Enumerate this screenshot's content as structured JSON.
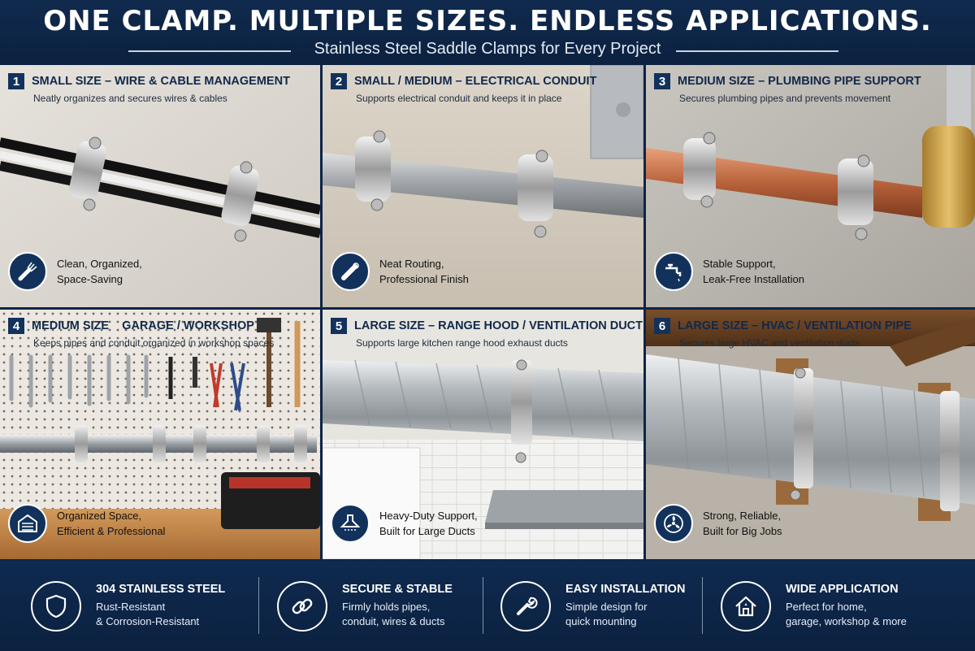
{
  "header": {
    "title": "ONE CLAMP. MULTIPLE SIZES. ENDLESS APPLICATIONS.",
    "subtitle": "Stainless Steel Saddle Clamps for Every Project"
  },
  "panels": [
    {
      "number": "1",
      "title": "SMALL SIZE – WIRE & CABLE MANAGEMENT",
      "description": "Neatly organizes and secures wires & cables",
      "benefit_line1": "Clean, Organized,",
      "benefit_line2": "Space-Saving",
      "icon": "cable-icon"
    },
    {
      "number": "2",
      "title": "SMALL / MEDIUM – ELECTRICAL CONDUIT",
      "description": "Supports electrical conduit and keeps it in place",
      "benefit_line1": "Neat Routing,",
      "benefit_line2": "Professional Finish",
      "icon": "conduit-icon"
    },
    {
      "number": "3",
      "title": "MEDIUM SIZE – PLUMBING PIPE SUPPORT",
      "description": "Secures plumbing pipes and prevents movement",
      "benefit_line1": "Stable Support,",
      "benefit_line2": "Leak-Free Installation",
      "icon": "faucet-icon"
    },
    {
      "number": "4",
      "title": "MEDIUM SIZE    GARAGE / WORKSHOP",
      "description": "Keeps pipes and conduit organized in workshop spaces",
      "benefit_line1": "Organized Space,",
      "benefit_line2": "Efficient & Professional",
      "icon": "garage-icon"
    },
    {
      "number": "5",
      "title": "LARGE SIZE – RANGE HOOD / VENTILATION DUCT",
      "description": "Supports large kitchen range hood exhaust ducts",
      "benefit_line1": "Heavy-Duty Support,",
      "benefit_line2": "Built for Large Ducts",
      "icon": "range-hood-icon"
    },
    {
      "number": "6",
      "title": "LARGE SIZE – HVAC / VENTILATION PIPE",
      "description": "Secures large HVAC and ventilation ducts",
      "benefit_line1": "Strong, Reliable,",
      "benefit_line2": "Built for Big Jobs",
      "icon": "fan-icon"
    }
  ],
  "features": [
    {
      "title": "304 STAINLESS STEEL",
      "line1": "Rust-Resistant",
      "line2": "& Corrosion-Resistant",
      "icon": "shield-icon"
    },
    {
      "title": "SECURE & STABLE",
      "line1": "Firmly holds pipes,",
      "line2": "conduit, wires & ducts",
      "icon": "chain-link-icon"
    },
    {
      "title": "EASY INSTALLATION",
      "line1": "Simple design for",
      "line2": "quick mounting",
      "icon": "wrench-icon"
    },
    {
      "title": "WIDE APPLICATION",
      "line1": "Perfect for home,",
      "line2": "garage, workshop & more",
      "icon": "house-icon"
    }
  ],
  "colors": {
    "navy": "#12325c",
    "banner": "#0d2547",
    "white": "#ffffff"
  }
}
